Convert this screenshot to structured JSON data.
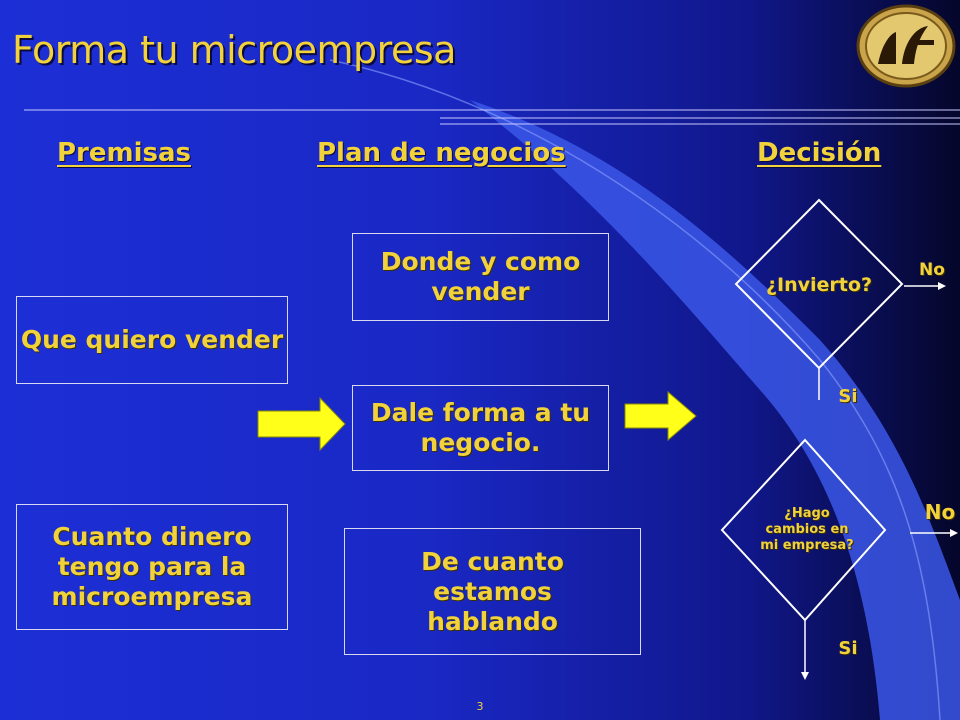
{
  "slide": {
    "title": "Forma tu microempresa",
    "page_number": "3"
  },
  "columns": {
    "premisas": "Premisas",
    "plan": "Plan de negocios",
    "decision": "Decisión"
  },
  "premisas": {
    "box1": "Que quiero vender",
    "box2": "Cuanto dinero tengo para la microempresa"
  },
  "plan": {
    "box1": "Donde y como vender",
    "box2": "Dale forma a tu negocio.",
    "box3": "De cuanto estamos hablando"
  },
  "decision": {
    "diamond1": "¿Invierto?",
    "diamond1_no": "No",
    "diamond1_yes": "Si",
    "diamond2": "¿Hago cambios en mi empresa?",
    "diamond2_no": "No",
    "diamond2_yes": "Si"
  },
  "colors": {
    "accent_yellow": "#f2d23a",
    "arrow_yellow": "#ffff1a",
    "background_blue": "#1c2fd6"
  },
  "icons": {
    "logo": "company-logo-icon",
    "arrow": "block-arrow-right-icon"
  }
}
